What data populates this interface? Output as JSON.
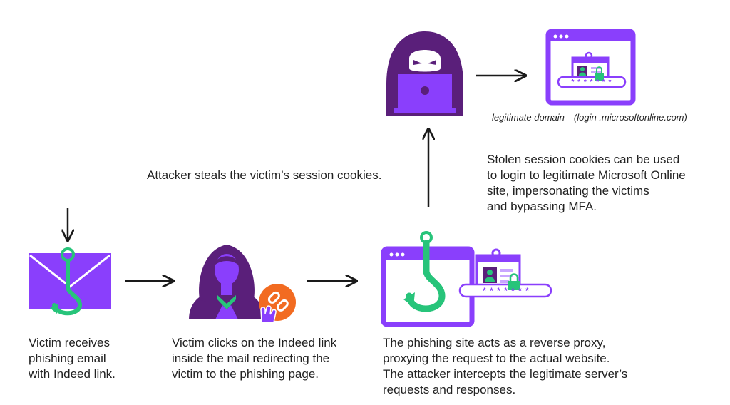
{
  "colors": {
    "purple": "#8a3ffc",
    "dark_purple": "#5a1f7a",
    "green": "#27c47a",
    "orange": "#f26b21",
    "black": "#1a1a1a"
  },
  "icons": {
    "phishing_email": "envelope-with-hook-icon",
    "victim": "woman-silhouette-icon",
    "click_link": "broken-link-click-icon",
    "phishing_site": "browser-with-hook-icon",
    "attacker": "hooded-hacker-laptop-icon",
    "legit_site": "browser-login-icon"
  },
  "steps": {
    "step1": [
      "Victim receives",
      "phishing email",
      "with Indeed link."
    ],
    "step2": [
      "Victim clicks on the Indeed link",
      "inside the mail redirecting the",
      "victim to the phishing page."
    ],
    "step3": [
      "The phishing site acts as a reverse proxy,",
      "proxying the request to the actual website.",
      "The attacker intercepts the legitimate server’s",
      "requests and responses."
    ]
  },
  "attacker_caption": "Attacker steals the victim’s session cookies.",
  "cookies_caption": [
    "Stolen session cookies can be used",
    "to login to legitimate Microsoft Online",
    "site, impersonating the victims",
    "and bypassing MFA."
  ],
  "legit_domain_caption": "legitimate domain—(login .microsoftonline.com)",
  "password_mask": "* * * * * * *"
}
